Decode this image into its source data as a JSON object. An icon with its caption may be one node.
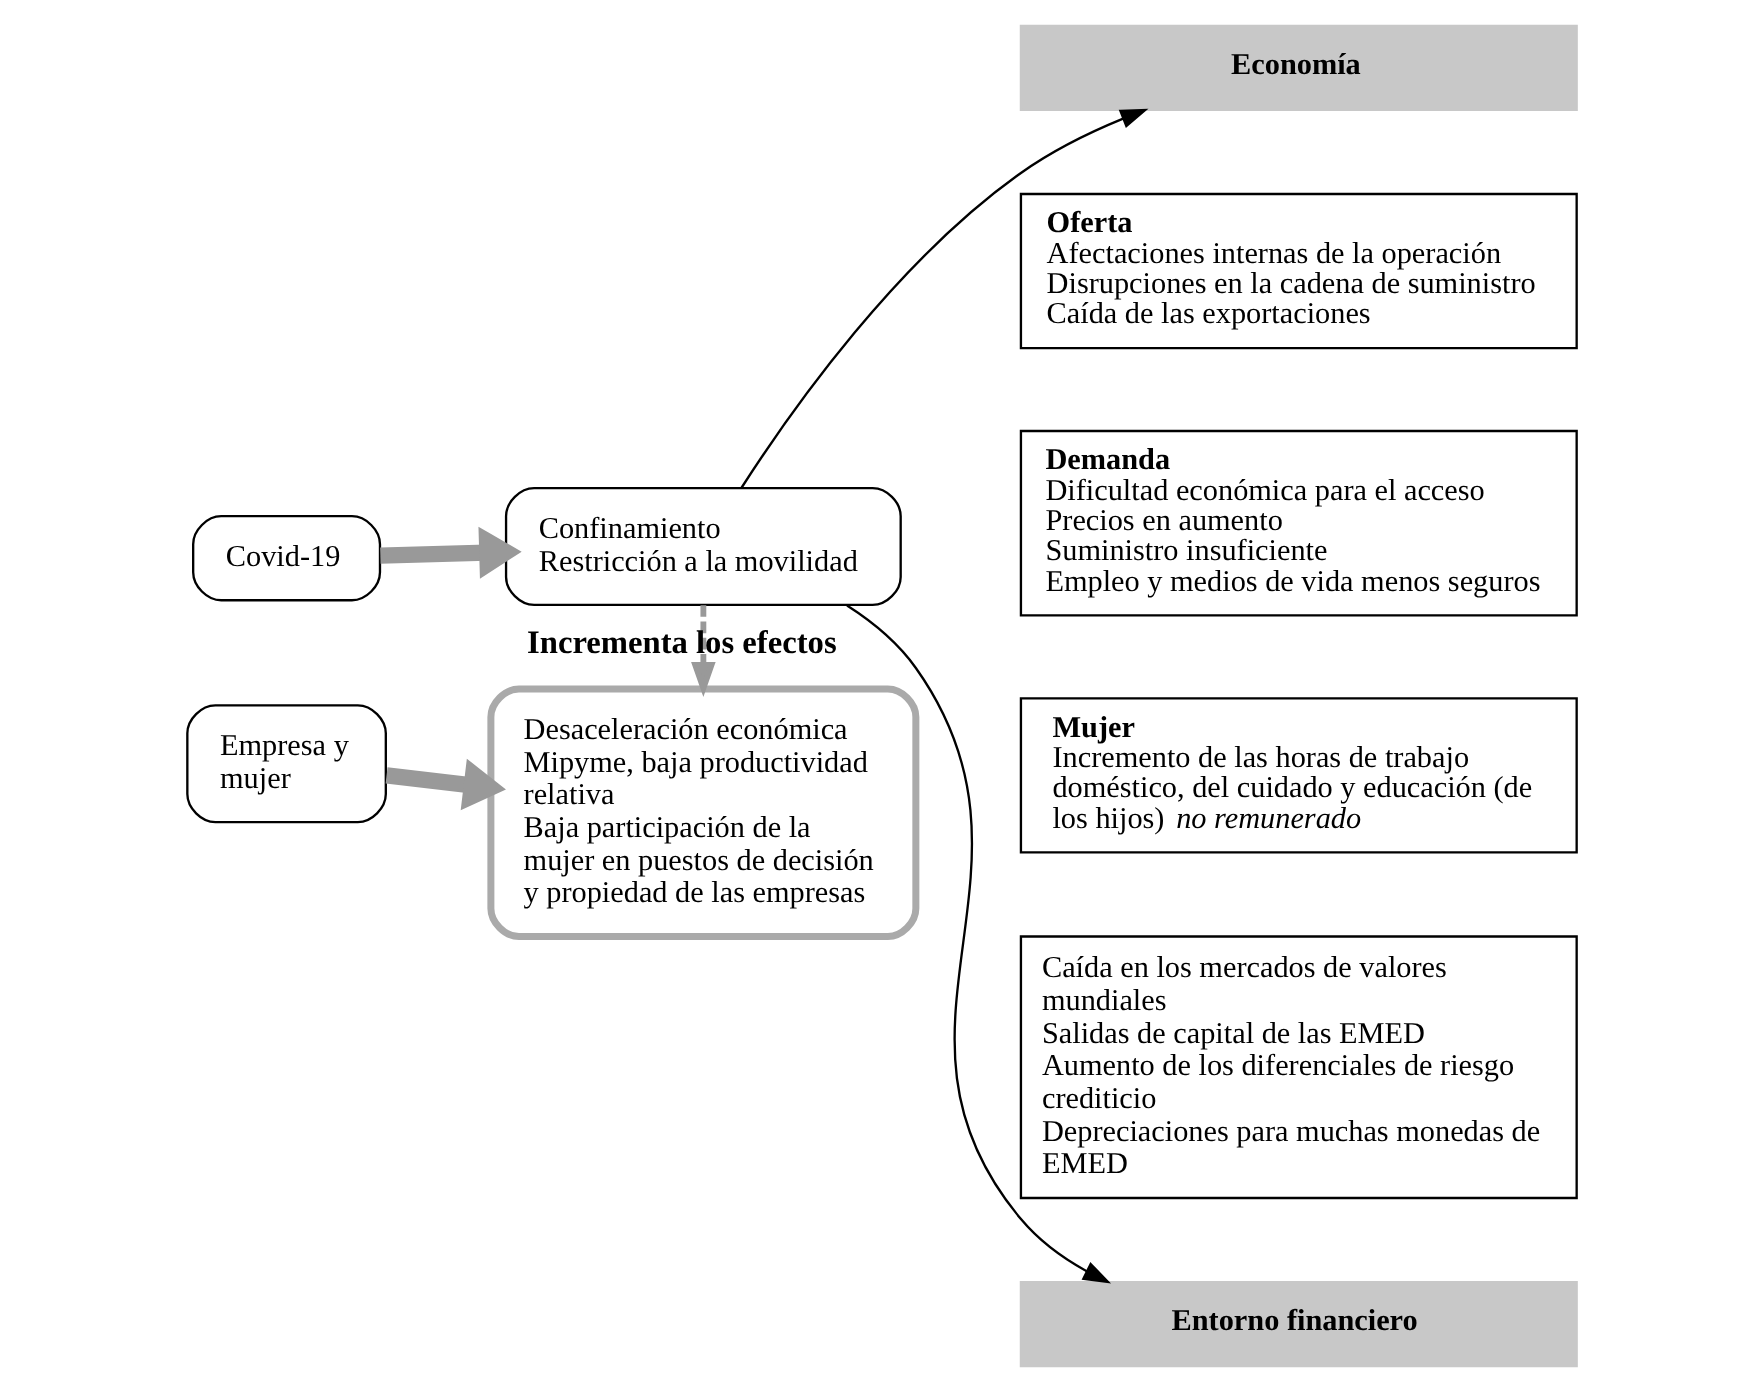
{
  "diagram": {
    "nodes": [
      {
        "text": [
          "Covid-19"
        ]
      },
      {
        "text": [
          "Confinamiento",
          "Restricción a la movilidad"
        ]
      },
      {
        "text": [
          "Empresa y mujer"
        ]
      },
      {
        "text": [
          "Desaceleración económica",
          "Mipyme, baja productividad relativa",
          "Baja participación de la mujer en puestos de decisión y propiedad de las empresas"
        ]
      },
      {
        "text": [
          "Economía"
        ]
      },
      {
        "text": [
          "Oferta",
          "Afectaciones internas de la operación",
          "Disrupciones en la cadena de suministro",
          "Caída de las exportaciones"
        ]
      },
      {
        "text": [
          "Demanda",
          "Dificultad económica para el acceso",
          "Precios en aumento",
          "Suministro insuficiente",
          "Empleo y medios de vida menos seguros"
        ]
      },
      {
        "text": [
          "Mujer",
          "Incremento de las horas de trabajo doméstico, del cuidado y educación (de los hijos) *no remunerado*"
        ]
      },
      {
        "text": [
          "Caída en los mercados de valores mundiales",
          "Salidas de capital de las EMED",
          "Aumento de los diferenciales de riesgo crediticio",
          "Depreciaciones para muchas monedas de EMED"
        ]
      },
      {
        "text": [
          "Entorno financiero"
        ]
      }
    ],
    "edges": [
      {
        "from": 0,
        "to": 1,
        "arrow": "to",
        "style": "thick"
      },
      {
        "from": 2,
        "to": 3,
        "arrow": "to",
        "style": "thick"
      },
      {
        "from": 1,
        "to": 3,
        "arrow": "to",
        "style": "dashed",
        "label": "Incrementa los efectos"
      },
      {
        "from": 1,
        "to": 4,
        "arrow": "to",
        "color": "#000000"
      },
      {
        "from": 1,
        "to": 9,
        "arrow": "to",
        "color": "#000000"
      }
    ]
  }
}
